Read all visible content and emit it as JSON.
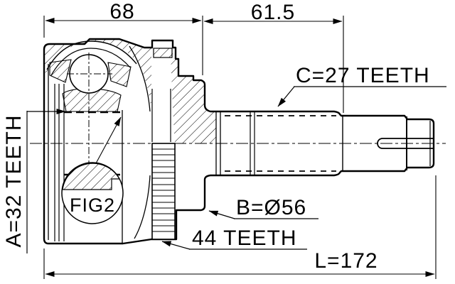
{
  "drawing": {
    "background": "#ffffff",
    "line_color": "#000000",
    "dimensions": {
      "housing_width": "68",
      "shaft_section": "61.5",
      "overall_length": "L=172"
    },
    "labels": {
      "spline_a": "A=32 TEETH",
      "spline_c": "C=27 TEETH",
      "diameter_b": "B=Ø56",
      "abs_teeth": "44 TEETH",
      "detail_figure": "FIG2"
    }
  }
}
